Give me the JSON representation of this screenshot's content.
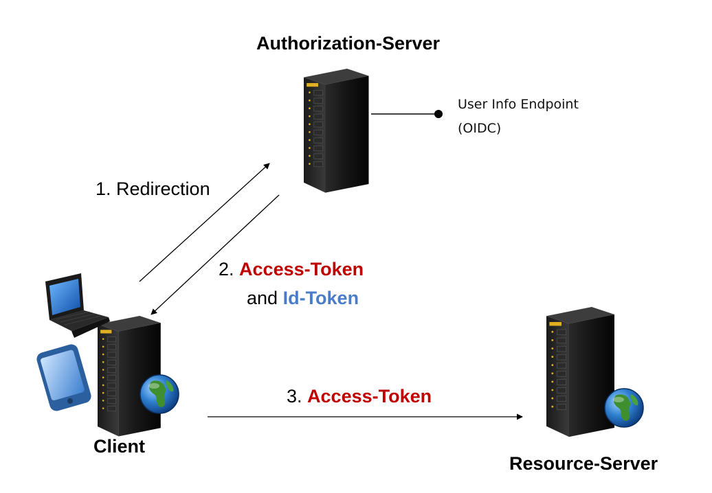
{
  "nodes": {
    "auth_server": {
      "label": "Authorization-Server"
    },
    "client": {
      "label": "Client"
    },
    "resource_server": {
      "label": "Resource-Server"
    }
  },
  "endpoint": {
    "line1": "User Info Endpoint",
    "line2": "(OIDC)"
  },
  "steps": {
    "step1": {
      "text": "1. Redirection"
    },
    "step2": {
      "num": "2.",
      "token": "Access-Token",
      "and": "and",
      "id_token": "Id-Token"
    },
    "step3": {
      "num": "3.",
      "token": "Access-Token"
    }
  },
  "icons": [
    "server-icon",
    "laptop-icon",
    "smartphone-icon",
    "globe-icon"
  ],
  "colors": {
    "access_token": "#c00000",
    "id_token": "#4a7cc7",
    "arrows": "#000000"
  }
}
